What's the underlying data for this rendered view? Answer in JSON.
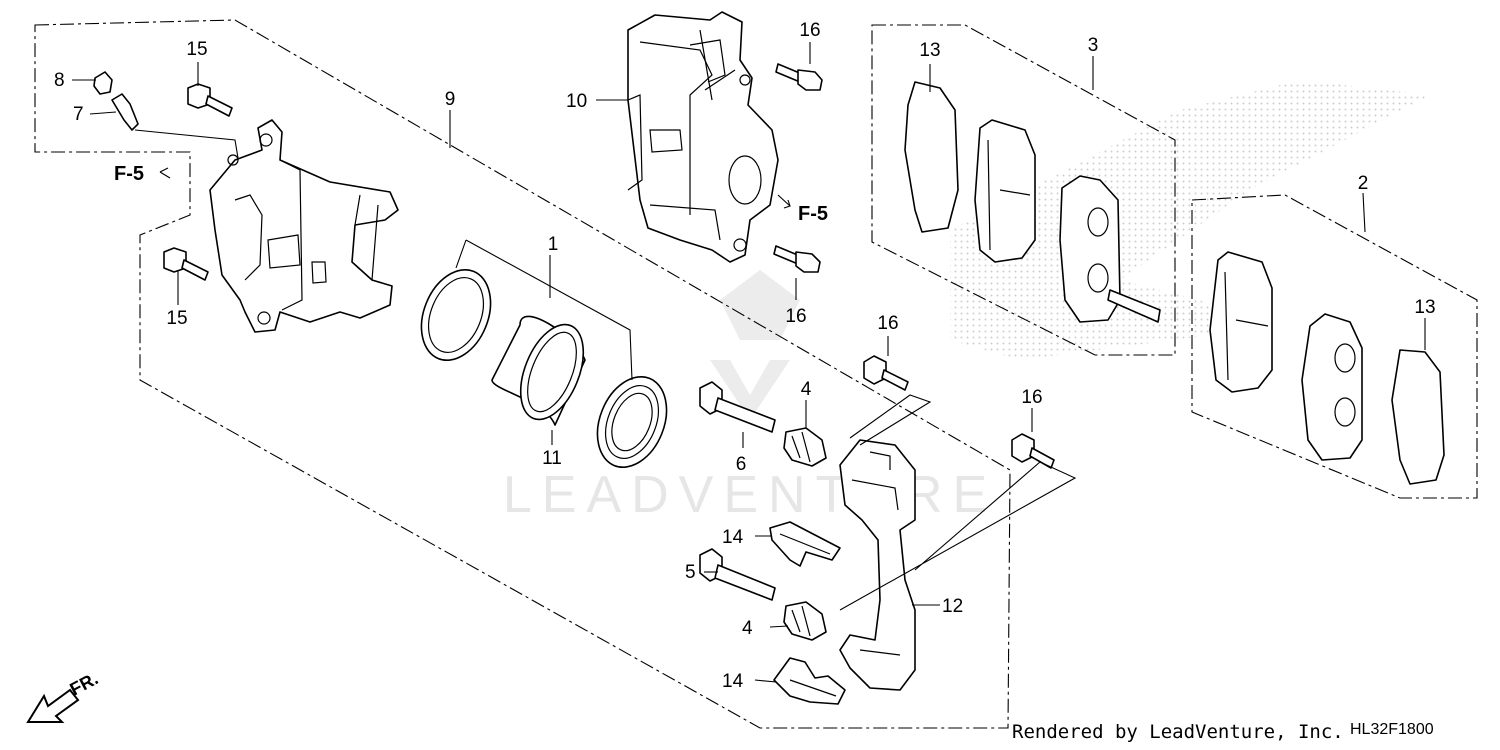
{
  "callouts": {
    "c1": "1",
    "c2": "2",
    "c3": "3",
    "c4a": "4",
    "c4b": "4",
    "c5": "5",
    "c6": "6",
    "c7": "7",
    "c8": "8",
    "c9": "9",
    "c10": "10",
    "c11": "11",
    "c12": "12",
    "c13a": "13",
    "c13b": "13",
    "c14a": "14",
    "c14b": "14",
    "c15a": "15",
    "c15b": "15",
    "c16a": "16",
    "c16b": "16",
    "c16c": "16",
    "c16d": "16"
  },
  "refs": {
    "f5_left": "F-5",
    "f5_right": "F-5"
  },
  "direction": {
    "label": "FR."
  },
  "watermark": {
    "text": "LEADVENTURE"
  },
  "credit": "Rendered by LeadVenture, Inc.",
  "diagram_code": "HL32F1800"
}
